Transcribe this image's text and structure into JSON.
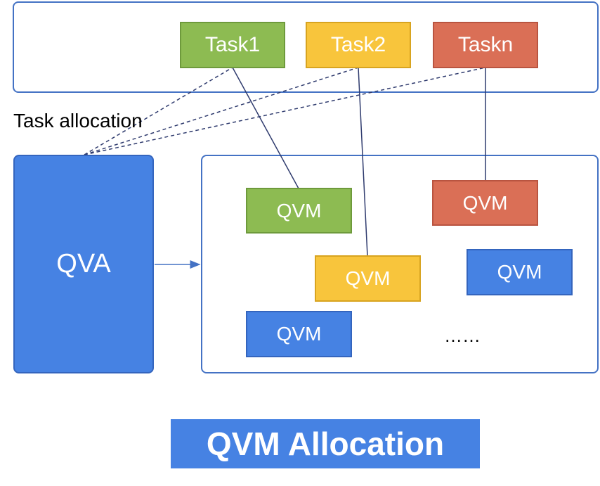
{
  "tasks": [
    {
      "label": "Task1",
      "color": "#8dbb52"
    },
    {
      "label": "Task2",
      "color": "#f8c53c"
    },
    {
      "label": "Taskn",
      "color": "#da6f56"
    }
  ],
  "allocation_label": "Task allocation",
  "qva": {
    "label": "QVA",
    "color": "#4682e3"
  },
  "qvms": [
    {
      "label": "QVM",
      "color": "#8dbb52",
      "assigned_task": "Task1"
    },
    {
      "label": "QVM",
      "color": "#da6f56",
      "assigned_task": "Taskn"
    },
    {
      "label": "QVM",
      "color": "#f8c53c",
      "assigned_task": "Task2"
    },
    {
      "label": "QVM",
      "color": "#4682e3",
      "assigned_task": ""
    },
    {
      "label": "QVM",
      "color": "#4682e3",
      "assigned_task": ""
    }
  ],
  "ellipsis": "……",
  "title": "QVM Allocation",
  "colors": {
    "panel_border": "#4472c4",
    "link_line": "#2f3b6e",
    "arrow": "#4472c4"
  }
}
